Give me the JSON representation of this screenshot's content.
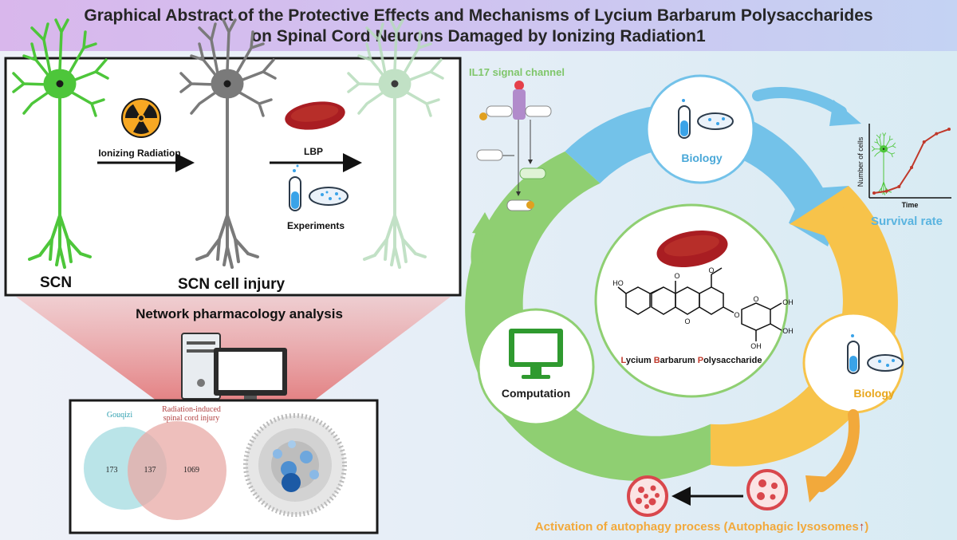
{
  "title": {
    "line1": "Graphical Abstract of the Protective Effects and Mechanisms of Lycium Barbarum Polysaccharides",
    "line2": "on Spinal Cord Neurons Damaged by Ionizing Radiation1"
  },
  "colors": {
    "green": "#8fcf72",
    "blue": "#73c2e9",
    "orange": "#f7c34a",
    "neuron_green": "#4dc63a",
    "neuron_gray": "#6d6d6d",
    "berry": "#b21f24",
    "accent_red": "#c0392b",
    "funnel_red": "#e98c8c"
  },
  "left_panel": {
    "ionizing_label": "Ionizing Radiation",
    "lbp_label": "LBP",
    "experiments_label": "Experiments",
    "scn_label": "SCN",
    "injury_label": "SCN cell injury",
    "network_title": "Network pharmacology analysis"
  },
  "venn": {
    "left_label": "Gouqizi",
    "right_label_line1": "Radiation-induced",
    "right_label_line2": "spinal cord injury",
    "left_only": "173",
    "overlap": "137",
    "right_only": "1069"
  },
  "pathway": {
    "title": "IL17 signal channel"
  },
  "cycle": {
    "biology_top": "Biology",
    "biology_right": "Biology",
    "computation": "Computation",
    "compound_name": {
      "w1_initial": "L",
      "w1_rest": "ycium ",
      "w2_initial": "B",
      "w2_rest": "arbarum ",
      "w3_initial": "P",
      "w3_rest": "olysaccharide"
    },
    "chem_labels": {
      "ho": "HO",
      "oh1": "OH",
      "oh2": "OH",
      "oh3": "OH",
      "o1": "O",
      "o2": "O",
      "o3": "O",
      "o4": "O",
      "o5": "O"
    }
  },
  "survival": {
    "ylabel": "Number of cells",
    "xlabel": "Time",
    "caption": "Survival rate"
  },
  "chart_data": {
    "type": "line",
    "xlabel": "Time",
    "ylabel": "Number of cells",
    "x": [
      1,
      2,
      3,
      4,
      5,
      6,
      7
    ],
    "series": [
      {
        "values": [
          0.05,
          0.08,
          0.15,
          0.45,
          0.85,
          0.98,
          1.05
        ]
      }
    ]
  },
  "autophagy": {
    "caption": "Activation of autophagy process (Autophagic lysosomes",
    "arrow": "↑",
    "close": ")"
  }
}
